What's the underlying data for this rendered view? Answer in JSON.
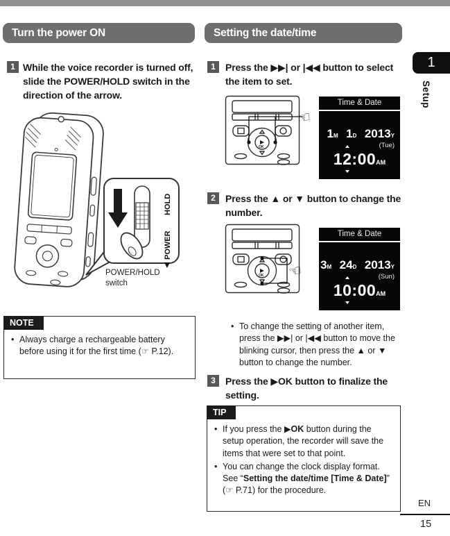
{
  "bullet_char": "•",
  "icons": {
    "pointing_hand": "☜"
  },
  "sidebar": {
    "chapter_number": "1",
    "chapter_label": "Setup"
  },
  "footer": {
    "language": "EN",
    "page_number": "15"
  },
  "left": {
    "section_title": "Turn the power ON",
    "step1": {
      "number": "1",
      "pre": "While the voice recorder is turned off, slide the ",
      "bold": "POWER/HOLD",
      "post": " switch in the direction of the arrow."
    },
    "illustration": {
      "hold_label": "HOLD",
      "power_label": "POWER",
      "caption_line1": "POWER/HOLD",
      "caption_line2": "switch"
    },
    "note": {
      "label": "NOTE",
      "bullet": "Always charge a rechargeable battery before using it for the first time (☞ P.12)."
    }
  },
  "right": {
    "section_title": "Setting the date/time",
    "step1": {
      "number": "1",
      "text": "Press the ▶▶| or |◀◀ button to select the item to set."
    },
    "step2": {
      "number": "2",
      "text": "Press the ▲ or ▼ button to change the number."
    },
    "step2_bullet": "To change the setting of another item, press the ▶▶| or |◀◀ button to move the blinking cursor, then press the ▲ or ▼ button to change the number.",
    "step3": {
      "number": "3",
      "text": "Press the ▶OK button to finalize the setting."
    },
    "panel": {
      "ok_label": "OK"
    },
    "screen1": {
      "title": "Time & Date",
      "month": "1",
      "month_suffix": "M",
      "day": "1",
      "day_suffix": "D",
      "year": "2013",
      "year_suffix": "Y",
      "weekday": "(Tue)",
      "hour_first": "1",
      "hour_cursor": "2",
      "time_rest": ":00",
      "ampm": "AM"
    },
    "screen2": {
      "title": "Time & Date",
      "month": "3",
      "month_suffix": "M",
      "day": "24",
      "day_suffix": "D",
      "year": "2013",
      "year_suffix": "Y",
      "weekday": "(Sun)",
      "hour_first": "1",
      "hour_cursor": "0",
      "time_rest": ":00",
      "ampm": "AM"
    },
    "tip": {
      "label": "TIP",
      "bullet1": {
        "pre": "If you press the ",
        "bold": "▶OK",
        "post": " button during the setup operation, the recorder will save the items that were set to that point."
      },
      "bullet2": {
        "pre": "You can change the clock display format. See “",
        "bold": "Setting the date/time [Time & Date]",
        "post": "” (☞ P.71) for the procedure."
      }
    }
  }
}
